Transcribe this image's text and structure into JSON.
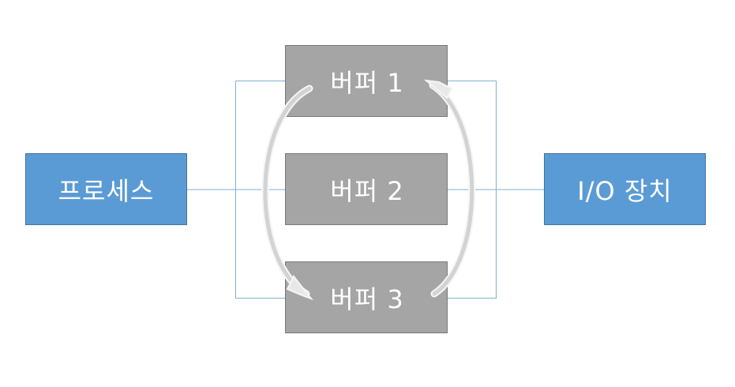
{
  "diagram": {
    "process_label": "프로세스",
    "io_label": "I/O 장치",
    "buffers": [
      {
        "label": "버퍼 1"
      },
      {
        "label": "버퍼 2"
      },
      {
        "label": "버퍼 3"
      }
    ]
  },
  "colors": {
    "endpoint_fill": "#5b9bd5",
    "endpoint_border": "#41719c",
    "buffer_fill": "#a5a5a5",
    "buffer_border": "#787878",
    "connector": "#7fb2cf",
    "arrow": "#d9d9d9",
    "arrow_outline": "#f5f5f5",
    "text": "#ffffff"
  }
}
